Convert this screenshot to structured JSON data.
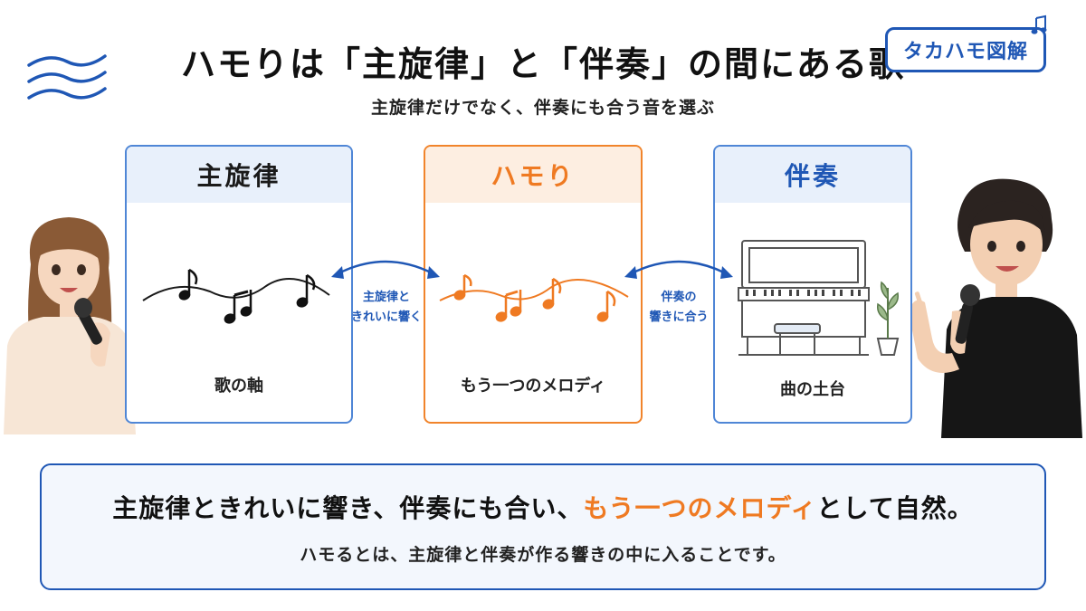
{
  "header": {
    "title": "ハモりは「主旋律」と「伴奏」の間にある歌",
    "subtitle": "主旋律だけでなく、伴奏にも合う音を選ぶ",
    "brand": "タカハモ図解"
  },
  "panels": {
    "melody": {
      "title": "主旋律",
      "caption": "歌の軸"
    },
    "harmony": {
      "title": "ハモり",
      "caption": "もう一つのメロディ"
    },
    "accompaniment": {
      "title": "伴奏",
      "caption": "曲の土台"
    }
  },
  "arrows": {
    "left": {
      "line1": "主旋律と",
      "line2": "きれいに響く"
    },
    "right": {
      "line1": "伴奏の",
      "line2": "響きに合う"
    }
  },
  "summary": {
    "main_before": "主旋律ときれいに響き、伴奏にも合い、",
    "main_highlight": "もう一つのメロディ",
    "main_after": "として自然。",
    "sub": "ハモるとは、主旋律と伴奏が作る響きの中に入ることです。"
  },
  "colors": {
    "blue": "#1f57b5",
    "orange": "#ef7a22",
    "panel_blue_bg": "#e8f0fb",
    "panel_orange_bg": "#fdeee1"
  },
  "icons": [
    "wave-lines-icon",
    "music-note-icon",
    "piano-icon",
    "stool-icon",
    "plant-icon"
  ]
}
